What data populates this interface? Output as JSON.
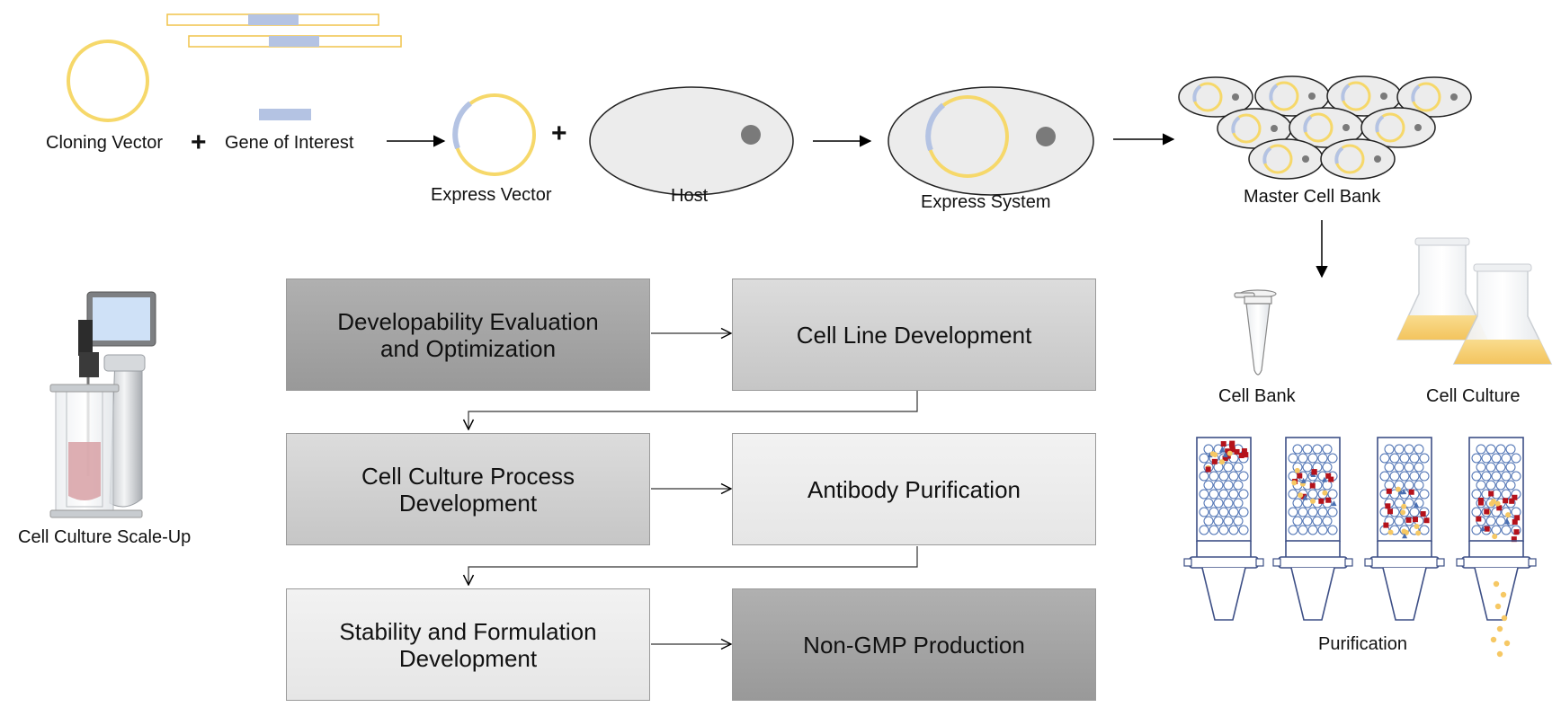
{
  "labels": {
    "cloning_vector": "Cloning Vector",
    "plus": "+",
    "gene_of_interest": "Gene of Interest",
    "express_vector": "Express Vector",
    "host": "Host",
    "express_system": "Express System",
    "master_cell_bank": "Master Cell Bank",
    "cell_bank": "Cell Bank",
    "cell_culture": "Cell Culture",
    "cell_culture_scale_up": "Cell Culture Scale-Up",
    "purification": "Purification"
  },
  "workflow": {
    "developability_line1": "Developability Evaluation",
    "developability_line2": "and Optimization",
    "cell_line_development": "Cell Line Development",
    "cell_culture_process_line1": "Cell Culture Process",
    "cell_culture_process_line2": "Development",
    "antibody_purification": "Antibody Purification",
    "stability_line1": "Stability and Formulation",
    "stability_line2": "Development",
    "non_gmp_production": "Non-GMP Production"
  },
  "colors": {
    "vector_yellow": "#f6d86a",
    "gene_blue": "#b4c3e3",
    "nucleus_gray": "#7a7a7a",
    "cell_fill": "#ececec",
    "column_border": "#3d4f86",
    "bead_blue": "#4a6fb2",
    "impurity_red": "#b5121b",
    "medium_gold": "#f6c864",
    "culture_pink": "#d9a5aa",
    "screen_blue": "#cfe1f7"
  }
}
